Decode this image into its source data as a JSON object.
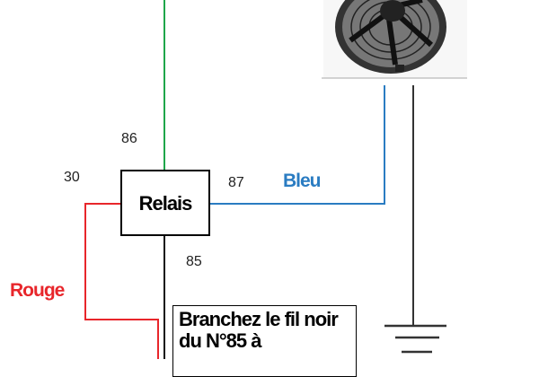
{
  "terminals": {
    "t86": "86",
    "t30": "30",
    "t87": "87",
    "t85": "85"
  },
  "relay_label": "Relais",
  "wire_labels": {
    "blue": "Bleu",
    "red": "Rouge"
  },
  "note": "Branchez le fil noir du N°85 à",
  "colors": {
    "green": "#1fa64a",
    "blue": "#2a7cc2",
    "red": "#e8262b",
    "black": "#111111"
  },
  "icons": {
    "fan": "fan-icon",
    "ground": "ground-icon"
  }
}
